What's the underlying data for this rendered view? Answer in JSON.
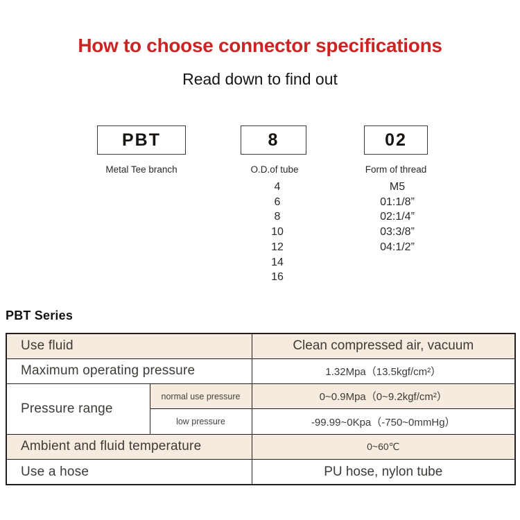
{
  "header": {
    "title": "How to choose connector specifications",
    "subtitle": "Read down to find out"
  },
  "model_code": {
    "boxes": [
      {
        "code": "PBT",
        "label": "Metal Tee branch"
      },
      {
        "code": "8",
        "label": "O.D.of tube"
      },
      {
        "code": "02",
        "label": "Form of thread"
      }
    ],
    "tube_od_options": [
      "4",
      "6",
      "8",
      "10",
      "12",
      "14",
      "16"
    ],
    "thread_options": [
      "M5",
      "01:1/8”",
      "02:1/4”",
      "03:3/8”",
      "04:1/2”"
    ]
  },
  "series_section": {
    "heading": "PBT Series",
    "table": {
      "use_fluid_label": "Use fluid",
      "use_fluid_value": "Clean compressed air, vacuum",
      "max_pressure_label": "Maximum operating pressure",
      "max_pressure_value": "1.32Mpa（13.5kgf/cm²）",
      "pressure_range_label": "Pressure range",
      "normal_pressure_label": "normal use pressure",
      "normal_pressure_value": "0~0.9Mpa（0~9.2kgf/cm²）",
      "low_pressure_label": "low pressure",
      "low_pressure_value": "-99.99~0Kpa（-750~0mmHg）",
      "temperature_label": "Ambient and fluid temperature",
      "temperature_value": "0~60℃",
      "hose_label": "Use a hose",
      "hose_value": "PU hose, nylon tube"
    }
  },
  "colors": {
    "title_red": "#cc2423",
    "table_row_beige": "#f5ecdf",
    "table_border": "#221d1a",
    "table_text": "#3e3a36"
  }
}
